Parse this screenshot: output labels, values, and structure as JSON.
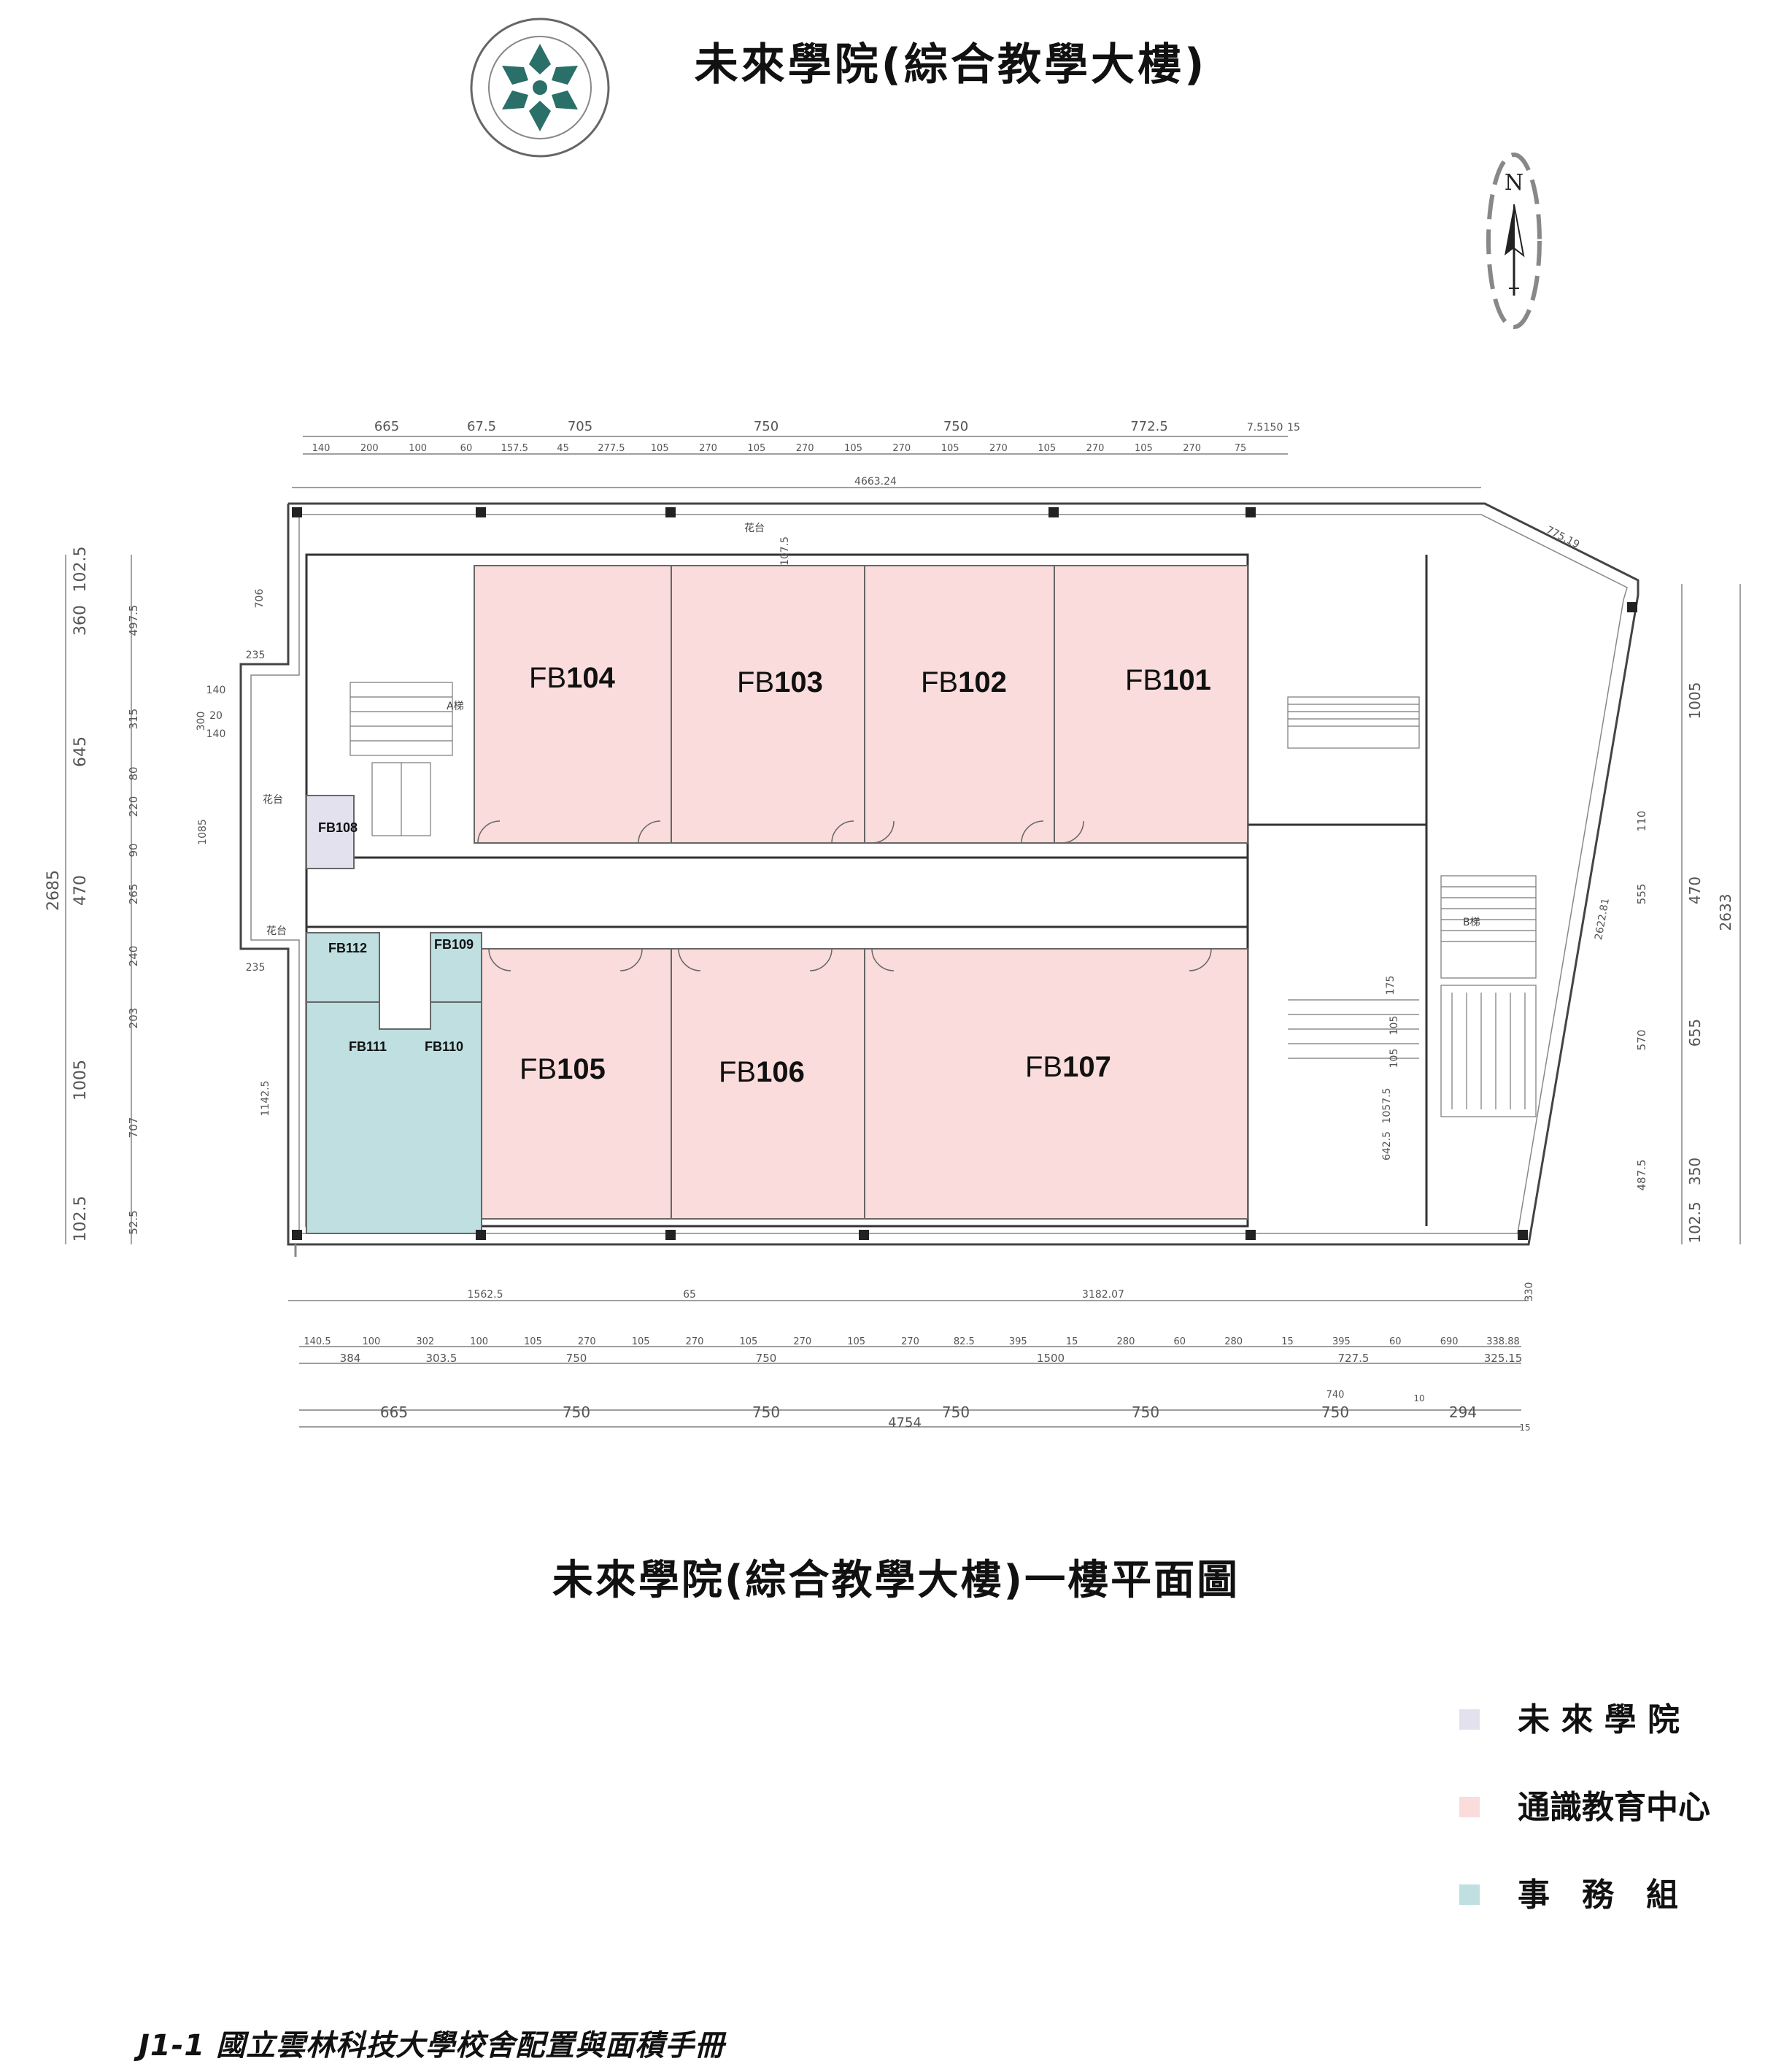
{
  "title": "未來學院(綜合教學大樓)",
  "subtitle": "未來學院(綜合教學大樓)一樓平面圖",
  "footer": "J1-1  國立雲林科技大學校舍配置與面積手冊",
  "north_label": "N",
  "colors": {
    "future_college": "#e3e1ee",
    "general_education": "#fadcdc",
    "affairs": "#bfdfe1",
    "wall": "#333333",
    "logo": "#2a6f68"
  },
  "legend": [
    {
      "label": "未 來 學 院",
      "color": "#e3e1ee"
    },
    {
      "label": "通識教育中心",
      "color": "#fadcdc"
    },
    {
      "label": "事　務　組",
      "color": "#bfdfe1"
    }
  ],
  "rooms": {
    "fb101": {
      "prefix": "FB",
      "num": "101"
    },
    "fb102": {
      "prefix": "FB",
      "num": "102"
    },
    "fb103": {
      "prefix": "FB",
      "num": "103"
    },
    "fb104": {
      "prefix": "FB",
      "num": "104"
    },
    "fb105": {
      "prefix": "FB",
      "num": "105"
    },
    "fb106": {
      "prefix": "FB",
      "num": "106"
    },
    "fb107": {
      "prefix": "FB",
      "num": "107"
    },
    "fb108": "FB108",
    "fb109": "FB109",
    "fb110": "FB110",
    "fb111": "FB111",
    "fb112": "FB112"
  },
  "annotations": {
    "stair_a": "A梯",
    "stair_b": "B梯",
    "flower_bed": "花台"
  },
  "dimensions": {
    "top_row1": [
      "665",
      "67.5",
      "705",
      "750",
      "750",
      "772.5",
      "7.5",
      "150",
      "15"
    ],
    "top_row2": [
      "140",
      "200",
      "100",
      "60",
      "157.5",
      "45",
      "277.5",
      "105",
      "270",
      "105",
      "270",
      "105",
      "270",
      "105",
      "270",
      "105",
      "270",
      "105",
      "270",
      "75"
    ],
    "top_total": "4663.24",
    "top_diagonal": "775.19",
    "left_outer": [
      "102.5",
      "360",
      "645",
      "470",
      "1005",
      "102.5"
    ],
    "left_total": "2685",
    "left_inner": [
      "497.5",
      "315",
      "80",
      "220",
      "90",
      "265",
      "240",
      "203",
      "707",
      "52.5"
    ],
    "left_misc": [
      "706",
      "235",
      "140",
      "20",
      "140",
      "300",
      "1085",
      "235",
      "1142.5"
    ],
    "right_outer": [
      "1005",
      "470",
      "655",
      "350",
      "102.5"
    ],
    "right_total": "2633",
    "right_inner": [
      "110",
      "555",
      "570",
      "487.5"
    ],
    "right_diagonal": "2622.81",
    "interior": [
      "1057.5",
      "642.5",
      "175",
      "105",
      "105",
      "107.5"
    ],
    "bottom_row0": [
      "1562.5",
      "65",
      "3182.07",
      "330"
    ],
    "bottom_row1": [
      "140.5",
      "100",
      "302",
      "100",
      "105",
      "270",
      "105",
      "270",
      "105",
      "270",
      "105",
      "270",
      "82.5",
      "395",
      "15",
      "280",
      "60",
      "280",
      "15",
      "395",
      "60",
      "690",
      "338.88"
    ],
    "bottom_row2": [
      "384",
      "303.5",
      "750",
      "750",
      "1500",
      "727.5",
      "325.15"
    ],
    "bottom_row3": [
      "665",
      "750",
      "750",
      "750",
      "750",
      "750",
      "294"
    ],
    "bottom_misc": [
      "740",
      "10",
      "15"
    ],
    "bottom_total": "4754"
  }
}
